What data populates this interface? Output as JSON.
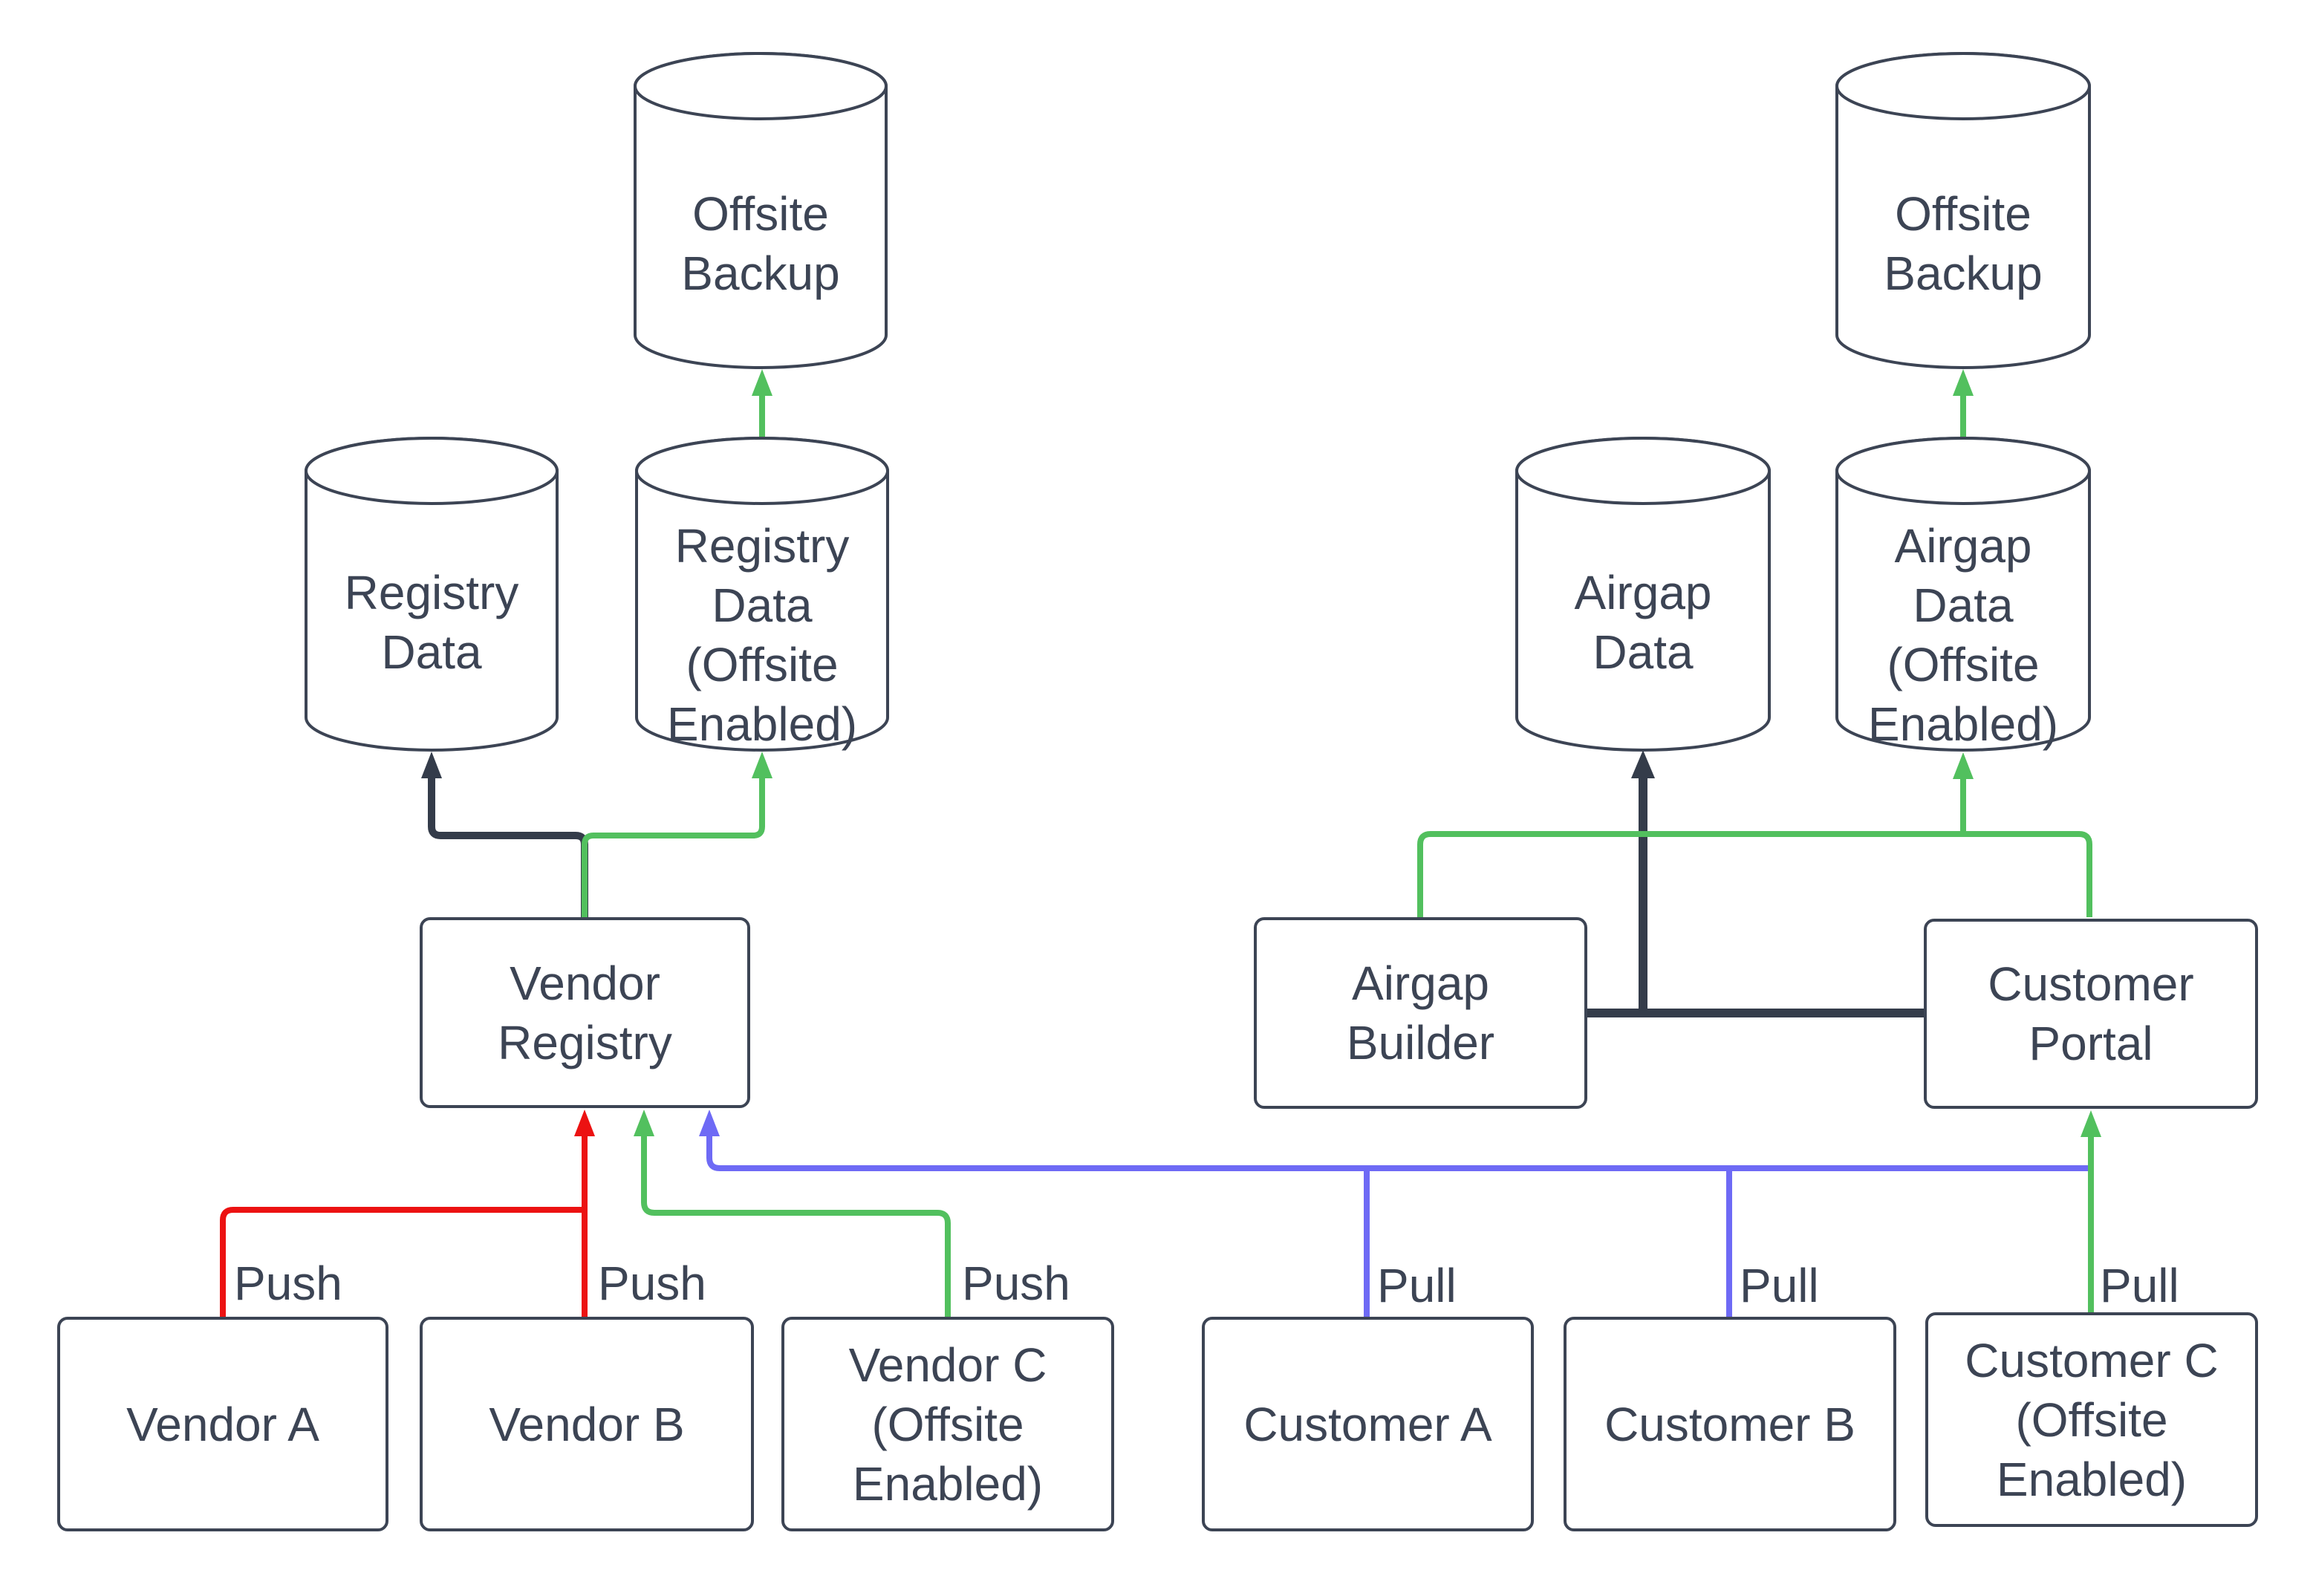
{
  "colors": {
    "background": "#ffffff",
    "shape_stroke": "#3c4454",
    "text": "#3c4454",
    "line_dark": "#343c4a",
    "line_red": "#ec1212",
    "line_green": "#52c05e",
    "line_blue": "#6e6af5"
  },
  "cylinders": {
    "offsite_backup_left": {
      "label": "Offsite\nBackup"
    },
    "registry_data": {
      "label": "Registry\nData"
    },
    "registry_data_offsite": {
      "label": "Registry\nData\n(Offsite\nEnabled)"
    },
    "airgap_data": {
      "label": "Airgap\nData"
    },
    "airgap_data_offsite": {
      "label": "Airgap\nData\n(Offsite\nEnabled)"
    },
    "offsite_backup_right": {
      "label": "Offsite\nBackup"
    }
  },
  "boxes": {
    "vendor_registry": {
      "label": "Vendor\nRegistry"
    },
    "airgap_builder": {
      "label": "Airgap\nBuilder"
    },
    "customer_portal": {
      "label": "Customer\nPortal"
    },
    "vendor_a": {
      "label": "Vendor A"
    },
    "vendor_b": {
      "label": "Vendor B"
    },
    "vendor_c": {
      "label": "Vendor C\n(Offsite\nEnabled)"
    },
    "customer_a": {
      "label": "Customer A"
    },
    "customer_b": {
      "label": "Customer B"
    },
    "customer_c": {
      "label": "Customer C\n(Offsite\nEnabled)"
    }
  },
  "edge_labels": {
    "push_vendor_a": "Push",
    "push_vendor_b": "Push",
    "push_vendor_c": "Push",
    "pull_customer_a": "Pull",
    "pull_customer_b": "Pull",
    "pull_customer_c": "Pull"
  }
}
